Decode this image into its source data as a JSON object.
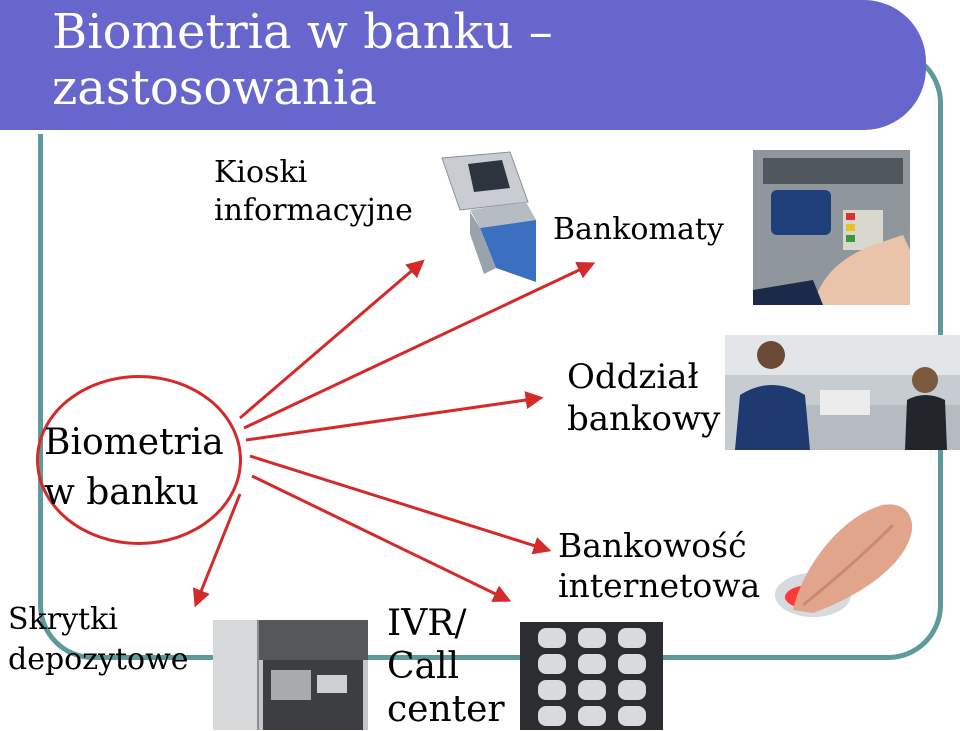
{
  "slide": {
    "title": "Biometria w banku – zastosowania",
    "hub_label": "Biometria w banku"
  },
  "applications": [
    {
      "id": "kiosks",
      "label": "Kioski informacyjne"
    },
    {
      "id": "atm",
      "label": "Bankomaty"
    },
    {
      "id": "branch",
      "label": "Oddział bankowy"
    },
    {
      "id": "internet",
      "label": "Bankowość internetowa"
    },
    {
      "id": "ivr",
      "label": "IVR/ Call center"
    },
    {
      "id": "deposit",
      "label": "Skrytki depozytowe"
    }
  ],
  "colors": {
    "title_bar": "#6766cc",
    "frame": "#5e9a9a",
    "arrows": "#d42a2a"
  }
}
